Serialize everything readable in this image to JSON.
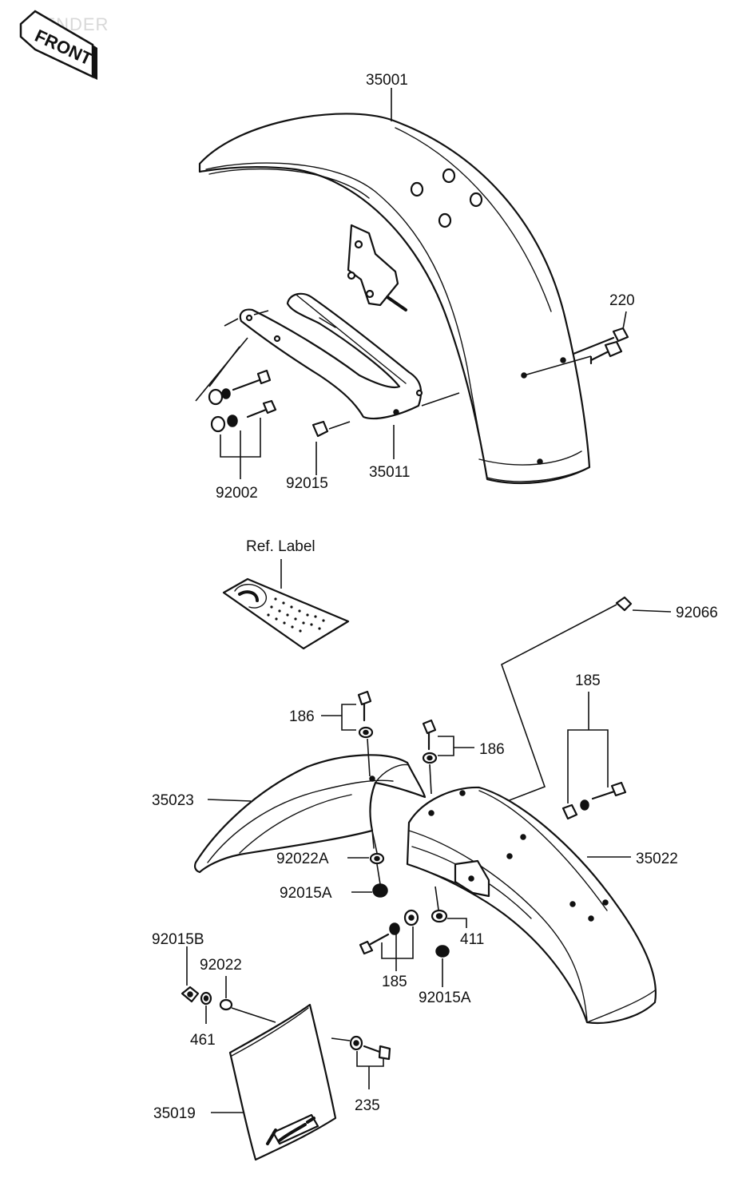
{
  "header": {
    "watermark": "FENDER",
    "direction_label": "FRONT"
  },
  "labels": {
    "p35001": "35001",
    "p220": "220",
    "p92002": "92002",
    "p92015": "92015",
    "p35011": "35011",
    "ref_label": "Ref. Label",
    "p92066": "92066",
    "p185_right": "185",
    "p186_left": "186",
    "p186_right": "186",
    "p35023": "35023",
    "p35022": "35022",
    "p92022A": "92022A",
    "p92015A_upper": "92015A",
    "p411": "411",
    "p185_bottom": "185",
    "p92015A_lower": "92015A",
    "p92015B": "92015B",
    "p92022": "92022",
    "p461": "461",
    "p235": "235",
    "p35019": "35019"
  },
  "colors": {
    "ink": "#111111",
    "paper": "#ffffff",
    "watermark": "#d8d8d8"
  }
}
